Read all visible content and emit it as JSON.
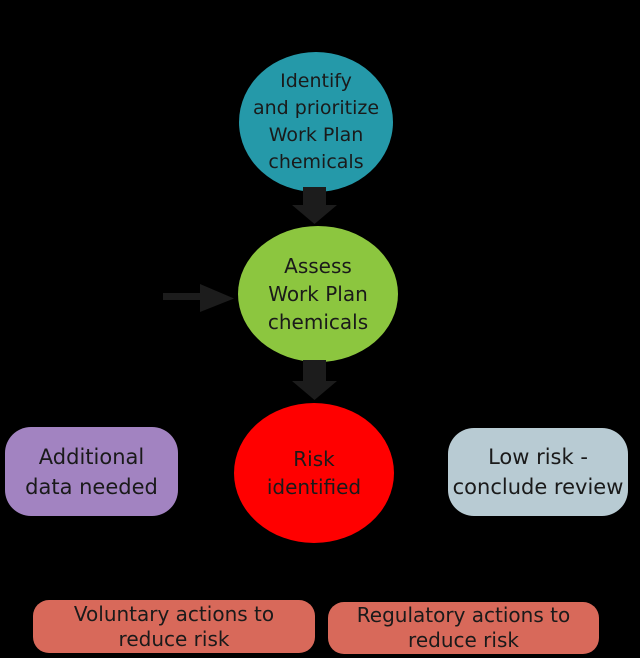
{
  "colors": {
    "background": "#000000",
    "arrow": "#1c1c1c",
    "text": "#1a1a1a",
    "teal": "#2599a9",
    "green": "#8cc63f",
    "red": "#ff0000",
    "purple": "#a283c1",
    "light_blue": "#b8cbd3",
    "salmon": "#d8695a"
  },
  "nodes": {
    "identify_circle": {
      "shape": "circle",
      "color": "#2599a9",
      "lines": [
        "Identify",
        "and prioritize",
        "Work Plan",
        "chemicals"
      ]
    },
    "assess_circle": {
      "shape": "circle",
      "color": "#8cc63f",
      "lines": [
        "Assess",
        "Work Plan",
        "chemicals"
      ]
    },
    "risk_circle": {
      "shape": "circle",
      "color": "#ff0000",
      "lines": [
        "Risk",
        "identified"
      ]
    },
    "additional_data_box": {
      "shape": "rounded-box",
      "color": "#a283c1",
      "lines": [
        "Additional",
        "data needed"
      ]
    },
    "low_risk_box": {
      "shape": "rounded-box",
      "color": "#b8cbd3",
      "lines": [
        "Low risk -",
        "conclude review"
      ]
    },
    "voluntary_box": {
      "shape": "rounded-box",
      "color": "#d8695a",
      "lines": [
        "Voluntary actions to",
        "reduce risk"
      ]
    },
    "regulatory_box": {
      "shape": "rounded-box",
      "color": "#d8695a",
      "lines": [
        "Regulatory actions to",
        "reduce risk"
      ]
    }
  },
  "arrows": [
    {
      "name": "identify-to-assess",
      "direction": "down"
    },
    {
      "name": "assess-to-risk",
      "direction": "down"
    },
    {
      "name": "left-into-assess",
      "direction": "right"
    }
  ]
}
